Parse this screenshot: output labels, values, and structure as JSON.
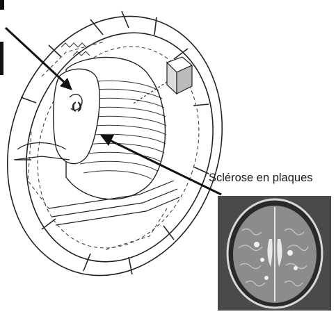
{
  "figure": {
    "inset_caption": "Sclérose en plaques",
    "colors": {
      "line": "#222222",
      "paper": "#ffffff",
      "mri_background": "#4a4a4a",
      "mri_tissue": "#9a9a9a",
      "mri_bright": "#e8e8e8"
    },
    "icons": [
      "pointer-arrow",
      "pointer-arrow"
    ]
  }
}
